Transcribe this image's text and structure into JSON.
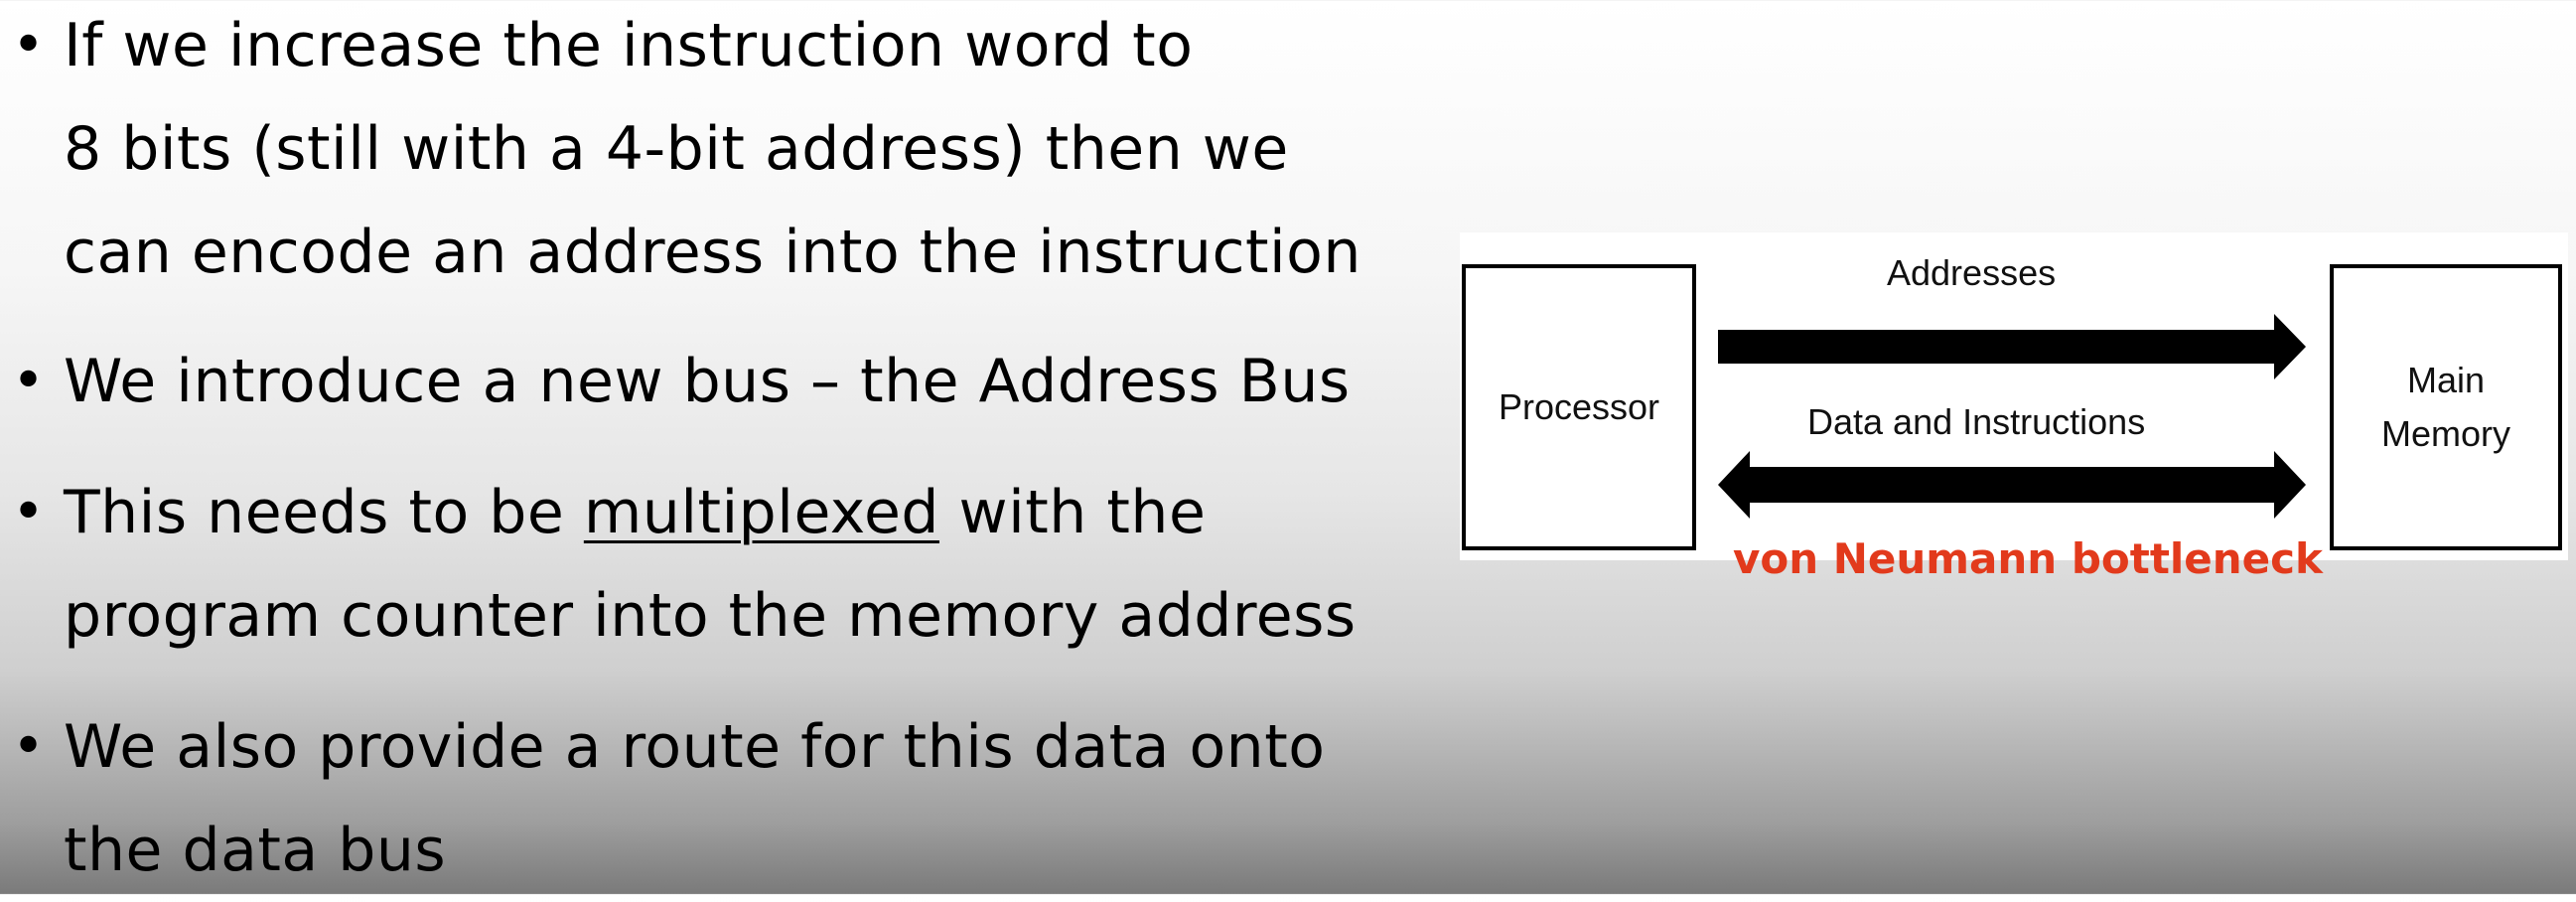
{
  "bullets": [
    {
      "lines": [
        "If we increase the instruction word to",
        "8 bits (still with a 4-bit address) then we",
        "can encode an address into the instruction"
      ]
    },
    {
      "lines": [
        "We introduce a new bus – the Address Bus"
      ]
    },
    {
      "pre": "This needs to be ",
      "underlined": "multiplexed",
      "post": " with the",
      "line2": "program counter into the memory address"
    },
    {
      "lines": [
        "We also provide a route for this data onto",
        "the data bus"
      ]
    }
  ],
  "diagram": {
    "processor_label": "Processor",
    "memory_label_line1": "Main",
    "memory_label_line2": "Memory",
    "addresses_label": "Addresses",
    "data_label": "Data and Instructions",
    "bottleneck_label": "von Neumann bottleneck"
  },
  "colors": {
    "bottleneck": "#e23a1c"
  }
}
